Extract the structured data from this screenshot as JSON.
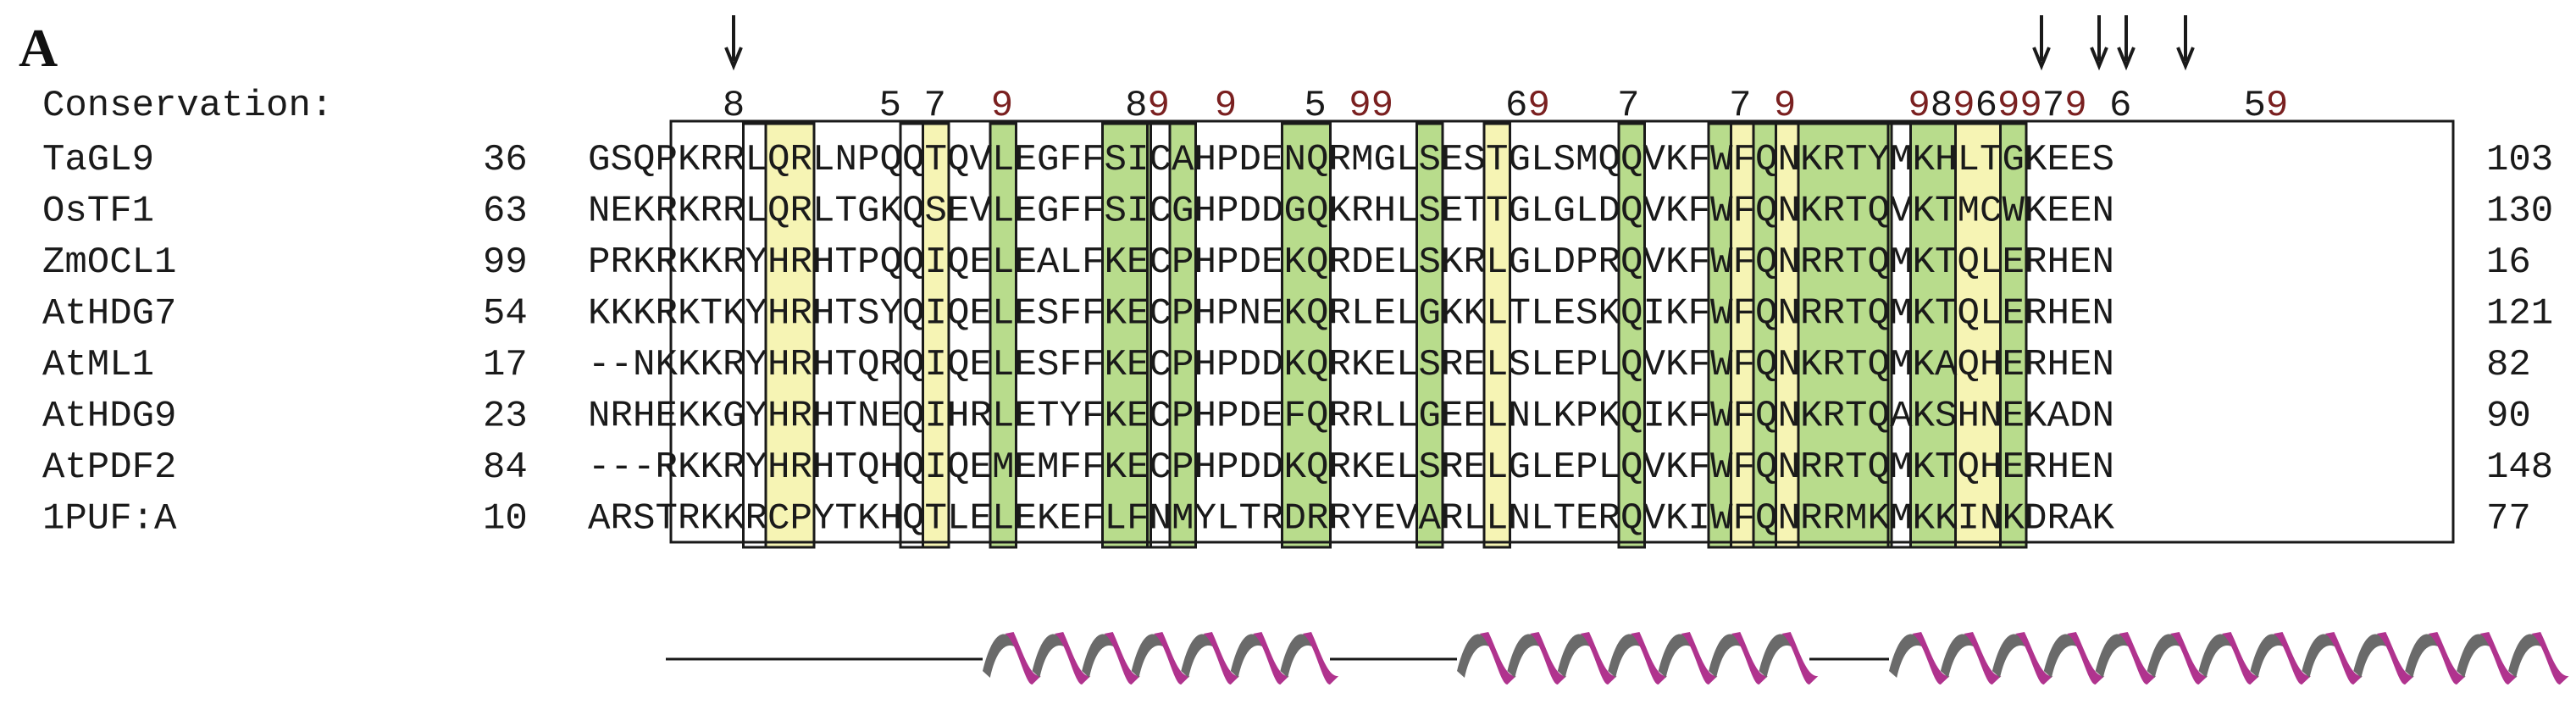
{
  "panel_label": "A",
  "conservation_label": "Conservation:",
  "conservation_scores": "  8      5 7  9     89  9   5 99     69   7    7 9     98969979 6     59",
  "sequences": [
    {
      "name": "TaGL9",
      "start": "36",
      "seq": "GSQPKRRLQRLNPQQTQVLEGFFSICAHPDENQRMGLSESTGLSMQQVKFWFQNKRTYMKHLTGKEES",
      "end": "103"
    },
    {
      "name": "OsTF1",
      "start": "63",
      "seq": "NEKRKRRLQRLTGKQSEVLEGFFSICGHPDDGQKRHLSETTGLGLDQVKFWFQNKRTQVKTMCWKEEN",
      "end": "130"
    },
    {
      "name": "ZmOCL1",
      "start": "99",
      "seq": "PRKRKKRYHRHTPQQIQELEALFKECPHPDEKQRDELSKRLGLDPRQVKFWFQNRRTQMKTQLERHEN",
      "end": "16"
    },
    {
      "name": "AtHDG7",
      "start": "54",
      "seq": "KKKRKTKYHRHTSYQIQELESFFKECPHPNEKQRLELGKKLTLESKQIKFWFQNRRTQMKTQLERHEN",
      "end": "121"
    },
    {
      "name": "AtML1",
      "start": "17",
      "seq": "--NKKKRYHRHTQRQIQELESFFKECPHPDDKQRKELSRELSLEPLQVKFWFQNKRTQMKAQHERHEN",
      "end": "82"
    },
    {
      "name": "AtHDG9",
      "start": "23",
      "seq": "NRHEKKGYHRHTNEQIHRLETYFKECPHPDEFQRRLLGEELNLKPKQIKFWFQNKRTQAKSHNEKADN",
      "end": "90"
    },
    {
      "name": "AtPDF2",
      "start": "84",
      "seq": "---RKKRYHRHTQHQIQEMEMFFKECPHPDDKQRKELSRELGLEPLQVKFWFQNRRTQMKTQHERHEN",
      "end": "148"
    },
    {
      "name": "1PUF:A",
      "start": "10",
      "seq": "ARSTRKKRCPYTKHQTLELEKEFLFNMYLTRDRRYEVARLLNLTERQVKIWFQNRRMKMKKINKDRAK",
      "end": "77"
    }
  ],
  "colors": {
    "text": "#1a1a1a",
    "score_red": "#7a2020",
    "yellow": "#f6f4b4",
    "green": "#b8dc8c",
    "helix_magenta": "#b0338e",
    "helix_gray": "#6a6a6a"
  }
}
